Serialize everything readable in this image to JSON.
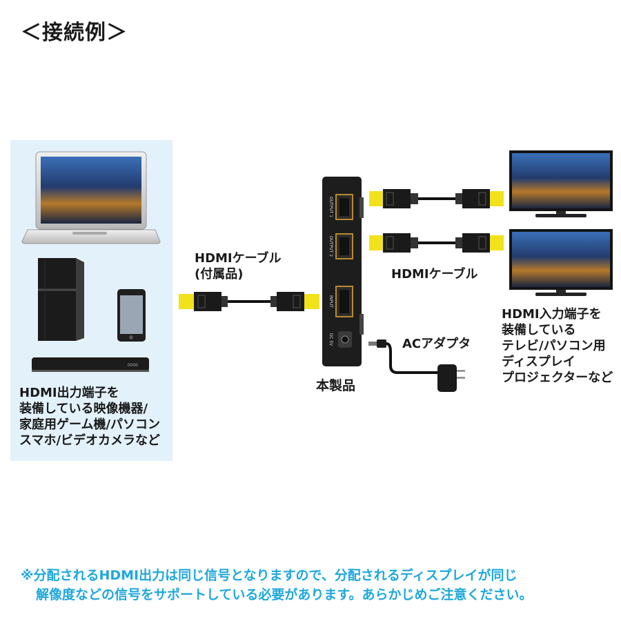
{
  "title": "＜接続例＞",
  "source_devices": {
    "description_lines": [
      "HDMI出力端子を",
      "装備している映像機器/",
      "家庭用ゲーム機/パソコン",
      "スマホ/ビデオカメラなど"
    ],
    "recorder_label": "0000"
  },
  "input_cable": {
    "line1": "HDMIケーブル",
    "line2": "(付属品)"
  },
  "splitter": {
    "label": "本製品",
    "port_labels": [
      "OUTPUT 1",
      "OUTPUT 2",
      "INPUT",
      "DC 5V"
    ]
  },
  "output_cable": {
    "label": "HDMIケーブル"
  },
  "ac_adapter": {
    "label": "ACアダプタ"
  },
  "displays": {
    "description_lines": [
      "HDMI入力端子を",
      "装備している",
      "テレビ/パソコン用",
      "ディスプレイ",
      "プロジェクターなど"
    ]
  },
  "note": {
    "line1": "※分配されるHDMI出力は同じ信号となりますので、分配されるディスプレイが同じ",
    "line2": "解像度などの信号をサポートしている必要があります。あらかじめご注意ください。"
  },
  "colors": {
    "accent": "#1ea7dd",
    "panel": "#e3f1fb",
    "connector": "#f2e21c"
  }
}
